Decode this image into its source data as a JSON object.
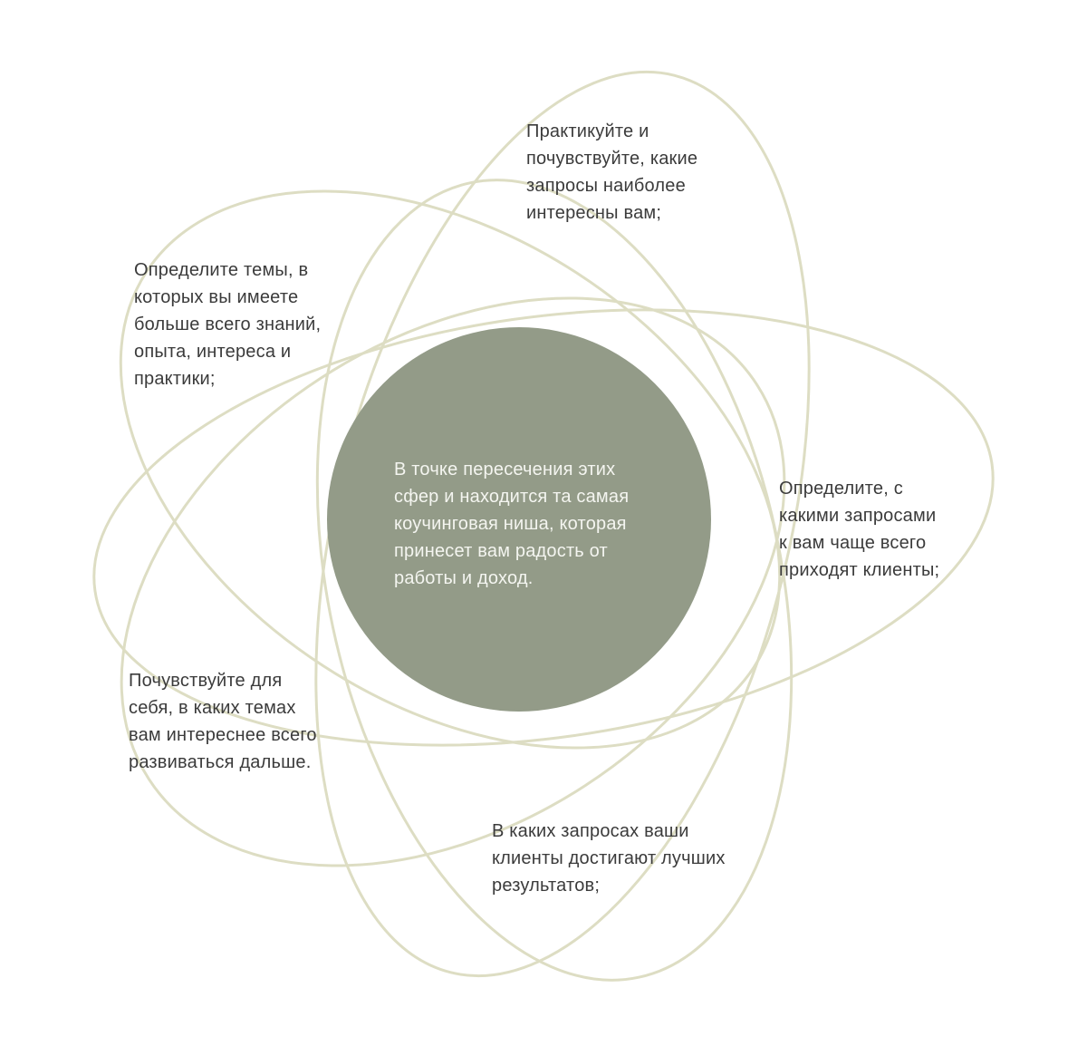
{
  "colors": {
    "background": "#ffffff",
    "petal_stroke": "#ddddc3",
    "center_fill": "#939b88",
    "center_text": "#f4f5f0",
    "label_text": "#3b3b3b"
  },
  "center": {
    "lines": [
      "В точке пересечения этих",
      "сфер и находится та самая",
      "коучинговая ниша, которая",
      "принесет вам радость от",
      "работы и доход."
    ]
  },
  "petals": [
    {
      "id": "top",
      "lines": [
        "Практикуйте и",
        "почувствуйте, какие",
        "запросы наиболее",
        "интересны вам;"
      ]
    },
    {
      "id": "upper-left",
      "lines": [
        "Определите темы, в",
        "которых вы имеете",
        "больше всего знаний,",
        "опыта, интереса и",
        "практики;"
      ]
    },
    {
      "id": "right",
      "lines": [
        "Определите, с",
        "какими запросами",
        "к вам чаще всего",
        "приходят клиенты;"
      ]
    },
    {
      "id": "lower-left",
      "lines": [
        "Почувствуйте для",
        "себя, в каких темах",
        "вам интереснее всего",
        "развиваться дальше."
      ]
    },
    {
      "id": "bottom",
      "lines": [
        "В каких запросах ваши",
        "клиенты достигают лучших",
        "результатов;"
      ]
    }
  ]
}
